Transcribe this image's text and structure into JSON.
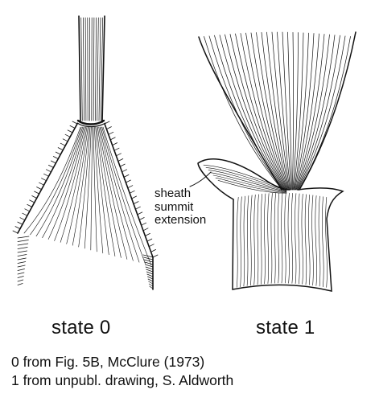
{
  "drawing_a": {
    "caption": "state 0"
  },
  "drawing_b": {
    "caption": "state 1",
    "callout": [
      "sheath",
      "summit",
      "extension"
    ]
  },
  "credits": [
    "0 from Fig. 5B, McClure (1973)",
    "1 from unpubl. drawing, S. Aldworth"
  ]
}
